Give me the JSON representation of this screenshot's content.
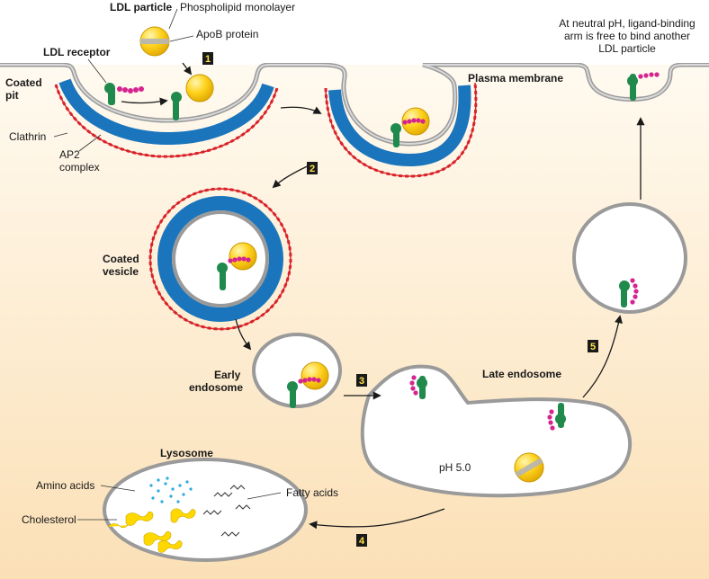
{
  "labels": {
    "ldl_particle": "LDL particle",
    "phospholipid": "Phospholipid monolayer",
    "apob": "ApoB protein",
    "ldl_receptor": "LDL receptor",
    "coated_pit_1": "Coated",
    "coated_pit_2": "pit",
    "clathrin": "Clathrin",
    "ap2_1": "AP2",
    "ap2_2": "complex",
    "plasma_membrane": "Plasma membrane",
    "neutral_1": "At neutral pH, ligand-binding",
    "neutral_2": "arm is free to bind another",
    "neutral_3": "LDL particle",
    "coated_vesicle_1": "Coated",
    "coated_vesicle_2": "vesicle",
    "early_endosome_1": "Early",
    "early_endosome_2": "endosome",
    "late_endosome": "Late endosome",
    "ph": "pH 5.0",
    "lysosome": "Lysosome",
    "amino_acids": "Amino acids",
    "fatty_acids": "Fatty acids",
    "cholesterol": "Cholesterol"
  },
  "steps": [
    "1",
    "2",
    "3",
    "4",
    "5"
  ],
  "colors": {
    "membrane": "#9a9a9a",
    "clathrin": "#d8232a",
    "ap2": "#1b75bc",
    "receptor": "#1f8a4c",
    "ligand_arm": "#d6248f",
    "ldl_yellow": "#ffd21e",
    "apob_gray": "#b5b5b5",
    "amino_acid_dots": "#29a9e0",
    "cholesterol": "#ffd800",
    "background_bottom": "#fbe0b6"
  }
}
